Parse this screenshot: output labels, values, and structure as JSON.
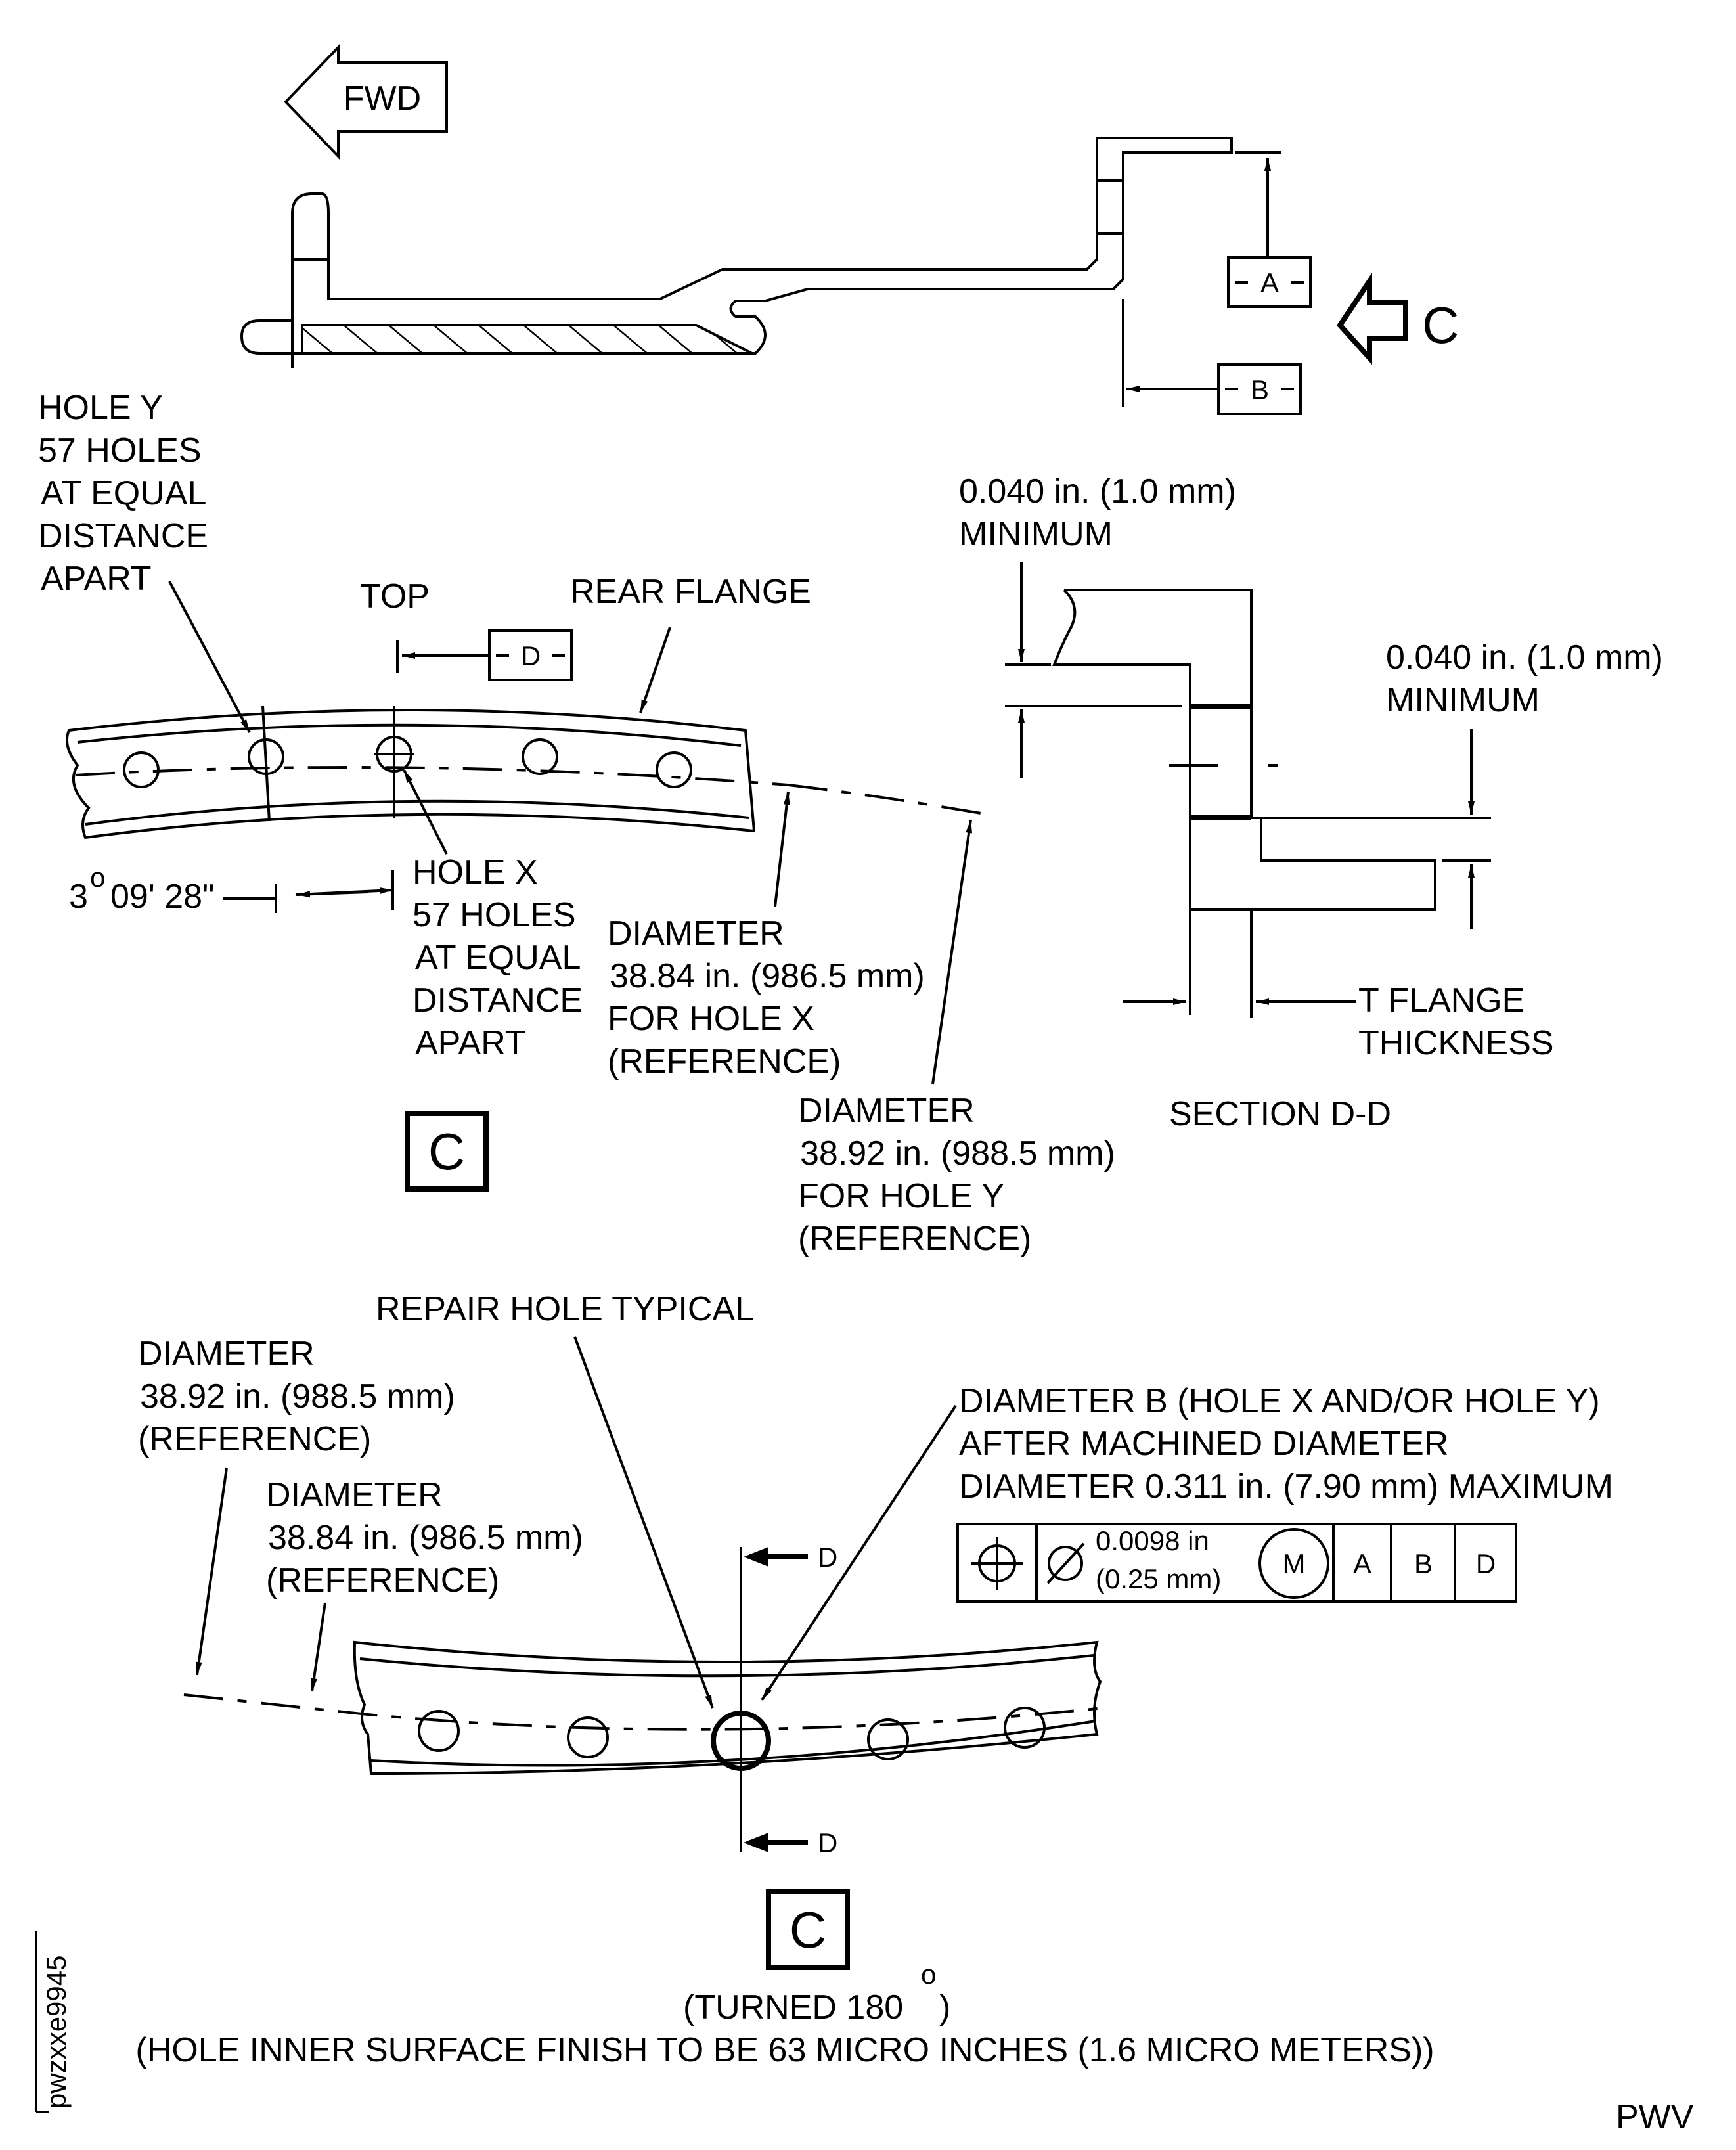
{
  "top_view": {
    "fwd_label": "FWD",
    "c_label": "C",
    "datum_a": "A",
    "datum_b": "B"
  },
  "view_c": {
    "hole_y_note": [
      "HOLE Y",
      "57 HOLES",
      "AT EQUAL",
      "DISTANCE",
      "APART"
    ],
    "top_label": "TOP",
    "datum_d": "D",
    "rear_flange": "REAR FLANGE",
    "angle": "3°09' 28\"",
    "angle_main": "3",
    "angle_deg": "o",
    "angle_rest": "09' 28\"",
    "hole_x_note": [
      "HOLE X",
      "57 HOLES",
      "AT EQUAL",
      "DISTANCE",
      "APART"
    ],
    "diameter_x_note": [
      "DIAMETER",
      "38.84 in. (986.5 mm)",
      "FOR HOLE X",
      "(REFERENCE)"
    ],
    "diameter_y_note": [
      "DIAMETER",
      "38.92 in. (988.5 mm)",
      "FOR HOLE Y",
      "(REFERENCE)"
    ],
    "view_box_label": "C"
  },
  "section_dd": {
    "min_note_1": [
      "0.040 in. (1.0 mm)",
      "MINIMUM"
    ],
    "min_note_2": [
      "0.040 in. (1.0 mm)",
      "MINIMUM"
    ],
    "t_flange": [
      "T FLANGE",
      "THICKNESS"
    ],
    "title": "SECTION D-D"
  },
  "view_c_turned": {
    "repair_hole": "REPAIR HOLE TYPICAL",
    "diameter_y_ref": [
      "DIAMETER",
      "38.92 in. (988.5 mm)",
      "(REFERENCE)"
    ],
    "diameter_x_ref": [
      "DIAMETER",
      "38.84 in. (986.5 mm)",
      "(REFERENCE)"
    ],
    "diameter_b_note": [
      "DIAMETER B (HOLE X AND/OR HOLE Y)",
      "AFTER MACHINED DIAMETER",
      "DIAMETER 0.311 in. (7.90 mm) MAXIMUM"
    ],
    "section_marker": "D",
    "fcf": {
      "tolerance_line1": "0.0098 in",
      "tolerance_line2": "(0.25 mm)",
      "modifier": "M",
      "datums": [
        "A",
        "B",
        "D"
      ]
    },
    "view_box_label": "C",
    "turned_main": "(TURNED 180",
    "turned_deg": "o",
    "turned_close": ")",
    "finish_note": "(HOLE INNER SURFACE FINISH TO BE 63 MICRO INCHES (1.6 MICRO METERS))"
  },
  "figure_id": "pwzxxe9945",
  "footer_code": "PWV"
}
